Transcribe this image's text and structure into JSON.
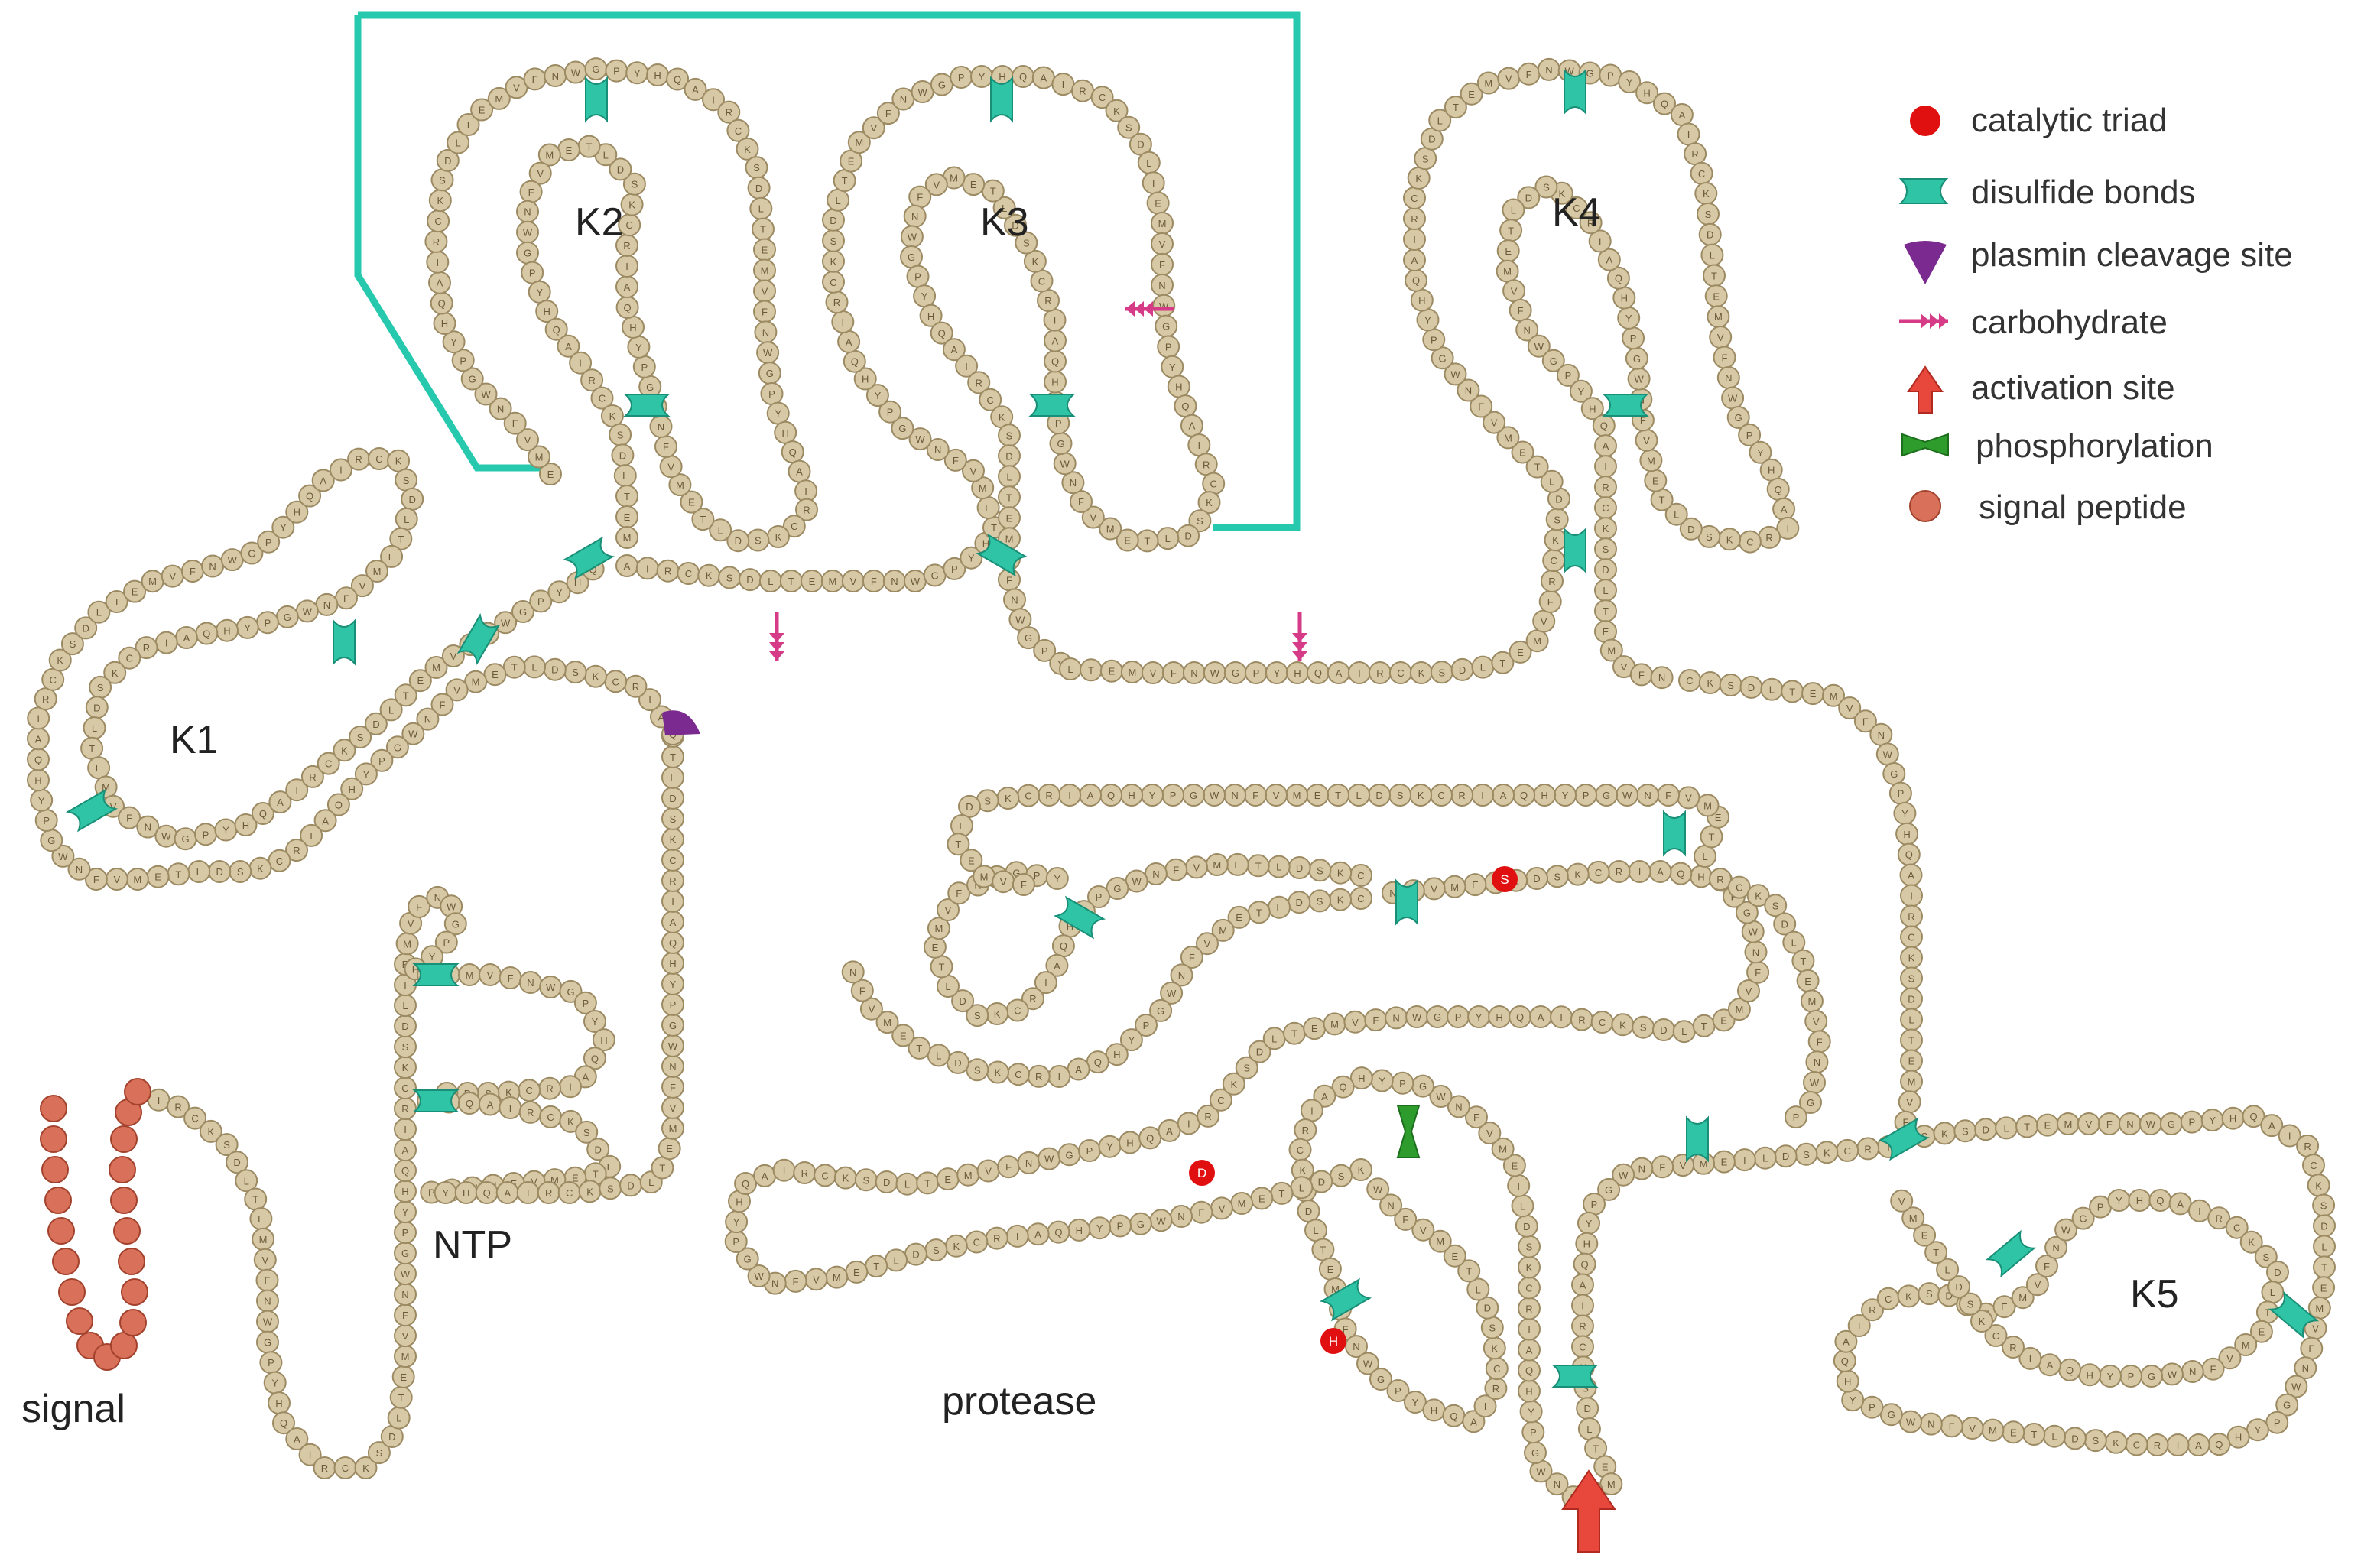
{
  "domains": {
    "signal": "signal",
    "ntp": "NTP",
    "k1": "K1",
    "k2": "K2",
    "k3": "K3",
    "k4": "K4",
    "k5": "K5",
    "protease": "protease"
  },
  "legend": {
    "catalytic_triad": "catalytic triad",
    "disulfide_bonds": "disulfide bonds",
    "plasmin_cleavage_site": "plasmin cleavage site",
    "carbohydrate": "carbohydrate",
    "activation_site": "activation site",
    "phosphorylation": "phosphorylation",
    "signal_peptide": "signal peptide"
  },
  "catalytic_residues": {
    "his": "H",
    "asp": "D",
    "ser": "S"
  },
  "colors": {
    "residue": "#d8c9a6",
    "residue_stroke": "#9c8a62",
    "signal_residue": "#d9705a",
    "signal_stroke": "#a2412c",
    "disulfide": "#2ec4a5",
    "catalytic": "#e01010",
    "cleavage": "#7b2a8f",
    "carbohydrate": "#d63b87",
    "activation": "#e8473b",
    "phosphorylation": "#2d9c2d",
    "frame": "#26c9ad"
  }
}
